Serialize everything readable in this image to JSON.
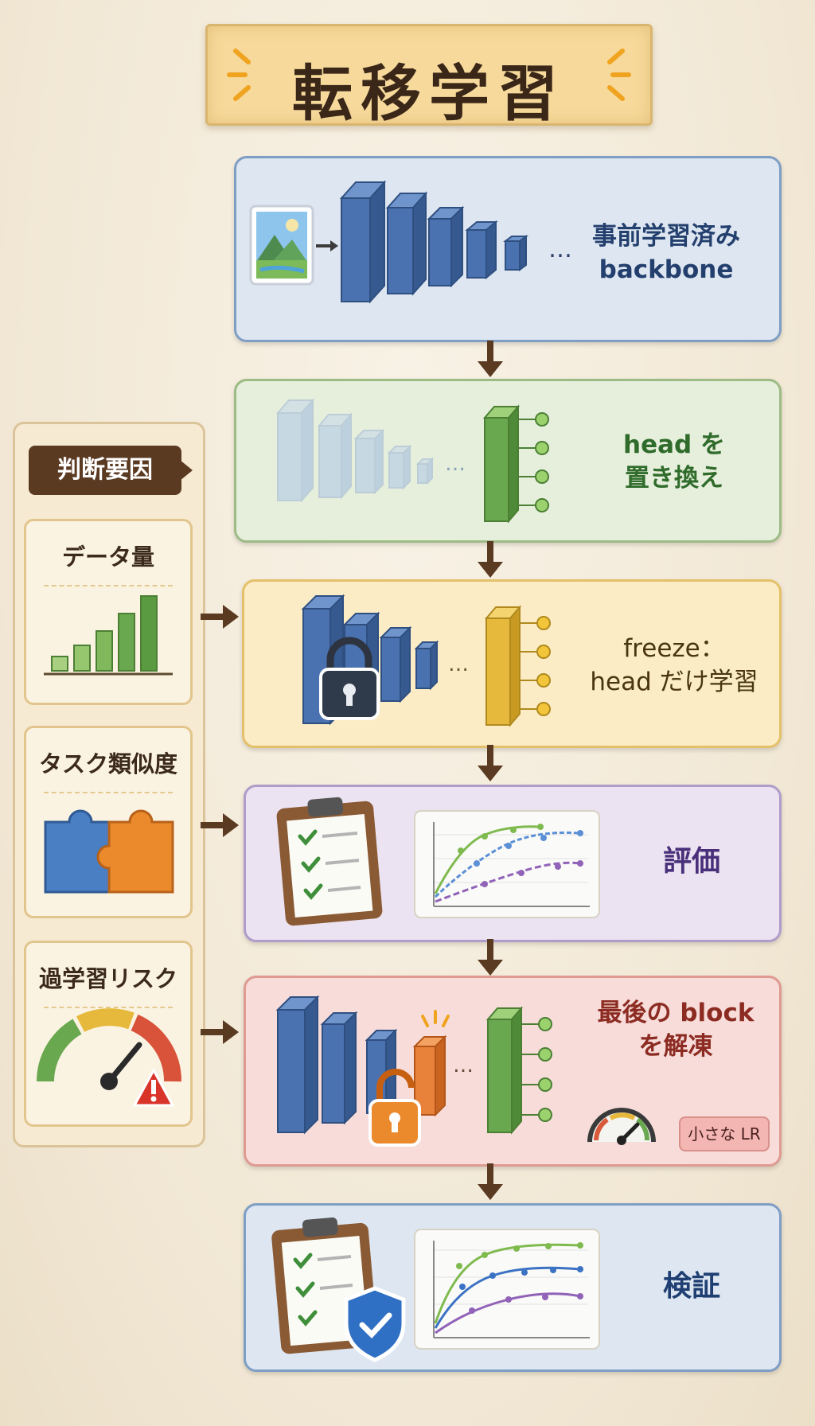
{
  "title": "転移学習",
  "steps": {
    "pretrained": {
      "label": "事前学習済み\nbackbone"
    },
    "replace_head": {
      "label": "head を\n置き換え"
    },
    "freeze": {
      "label": "freeze：\nhead だけ学習"
    },
    "evaluate": {
      "label": "評価"
    },
    "unfreeze": {
      "label": "最後の block\nを解凍",
      "badge": "小さな LR"
    },
    "verify": {
      "label": "検証"
    }
  },
  "ellipsis": "…",
  "factors": {
    "header": "判断要因",
    "items": [
      {
        "label": "データ量",
        "icon": "bar-chart-icon"
      },
      {
        "label": "タスク類似度",
        "icon": "puzzle-icon"
      },
      {
        "label": "過学習リスク",
        "icon": "gauge-warning-icon"
      }
    ]
  },
  "colors": {
    "blue_block": "#4a72b0",
    "green_block": "#6aa84f",
    "yellow_block": "#e6b93c",
    "orange_block": "#e8823a",
    "arrow": "#5b3a22"
  }
}
